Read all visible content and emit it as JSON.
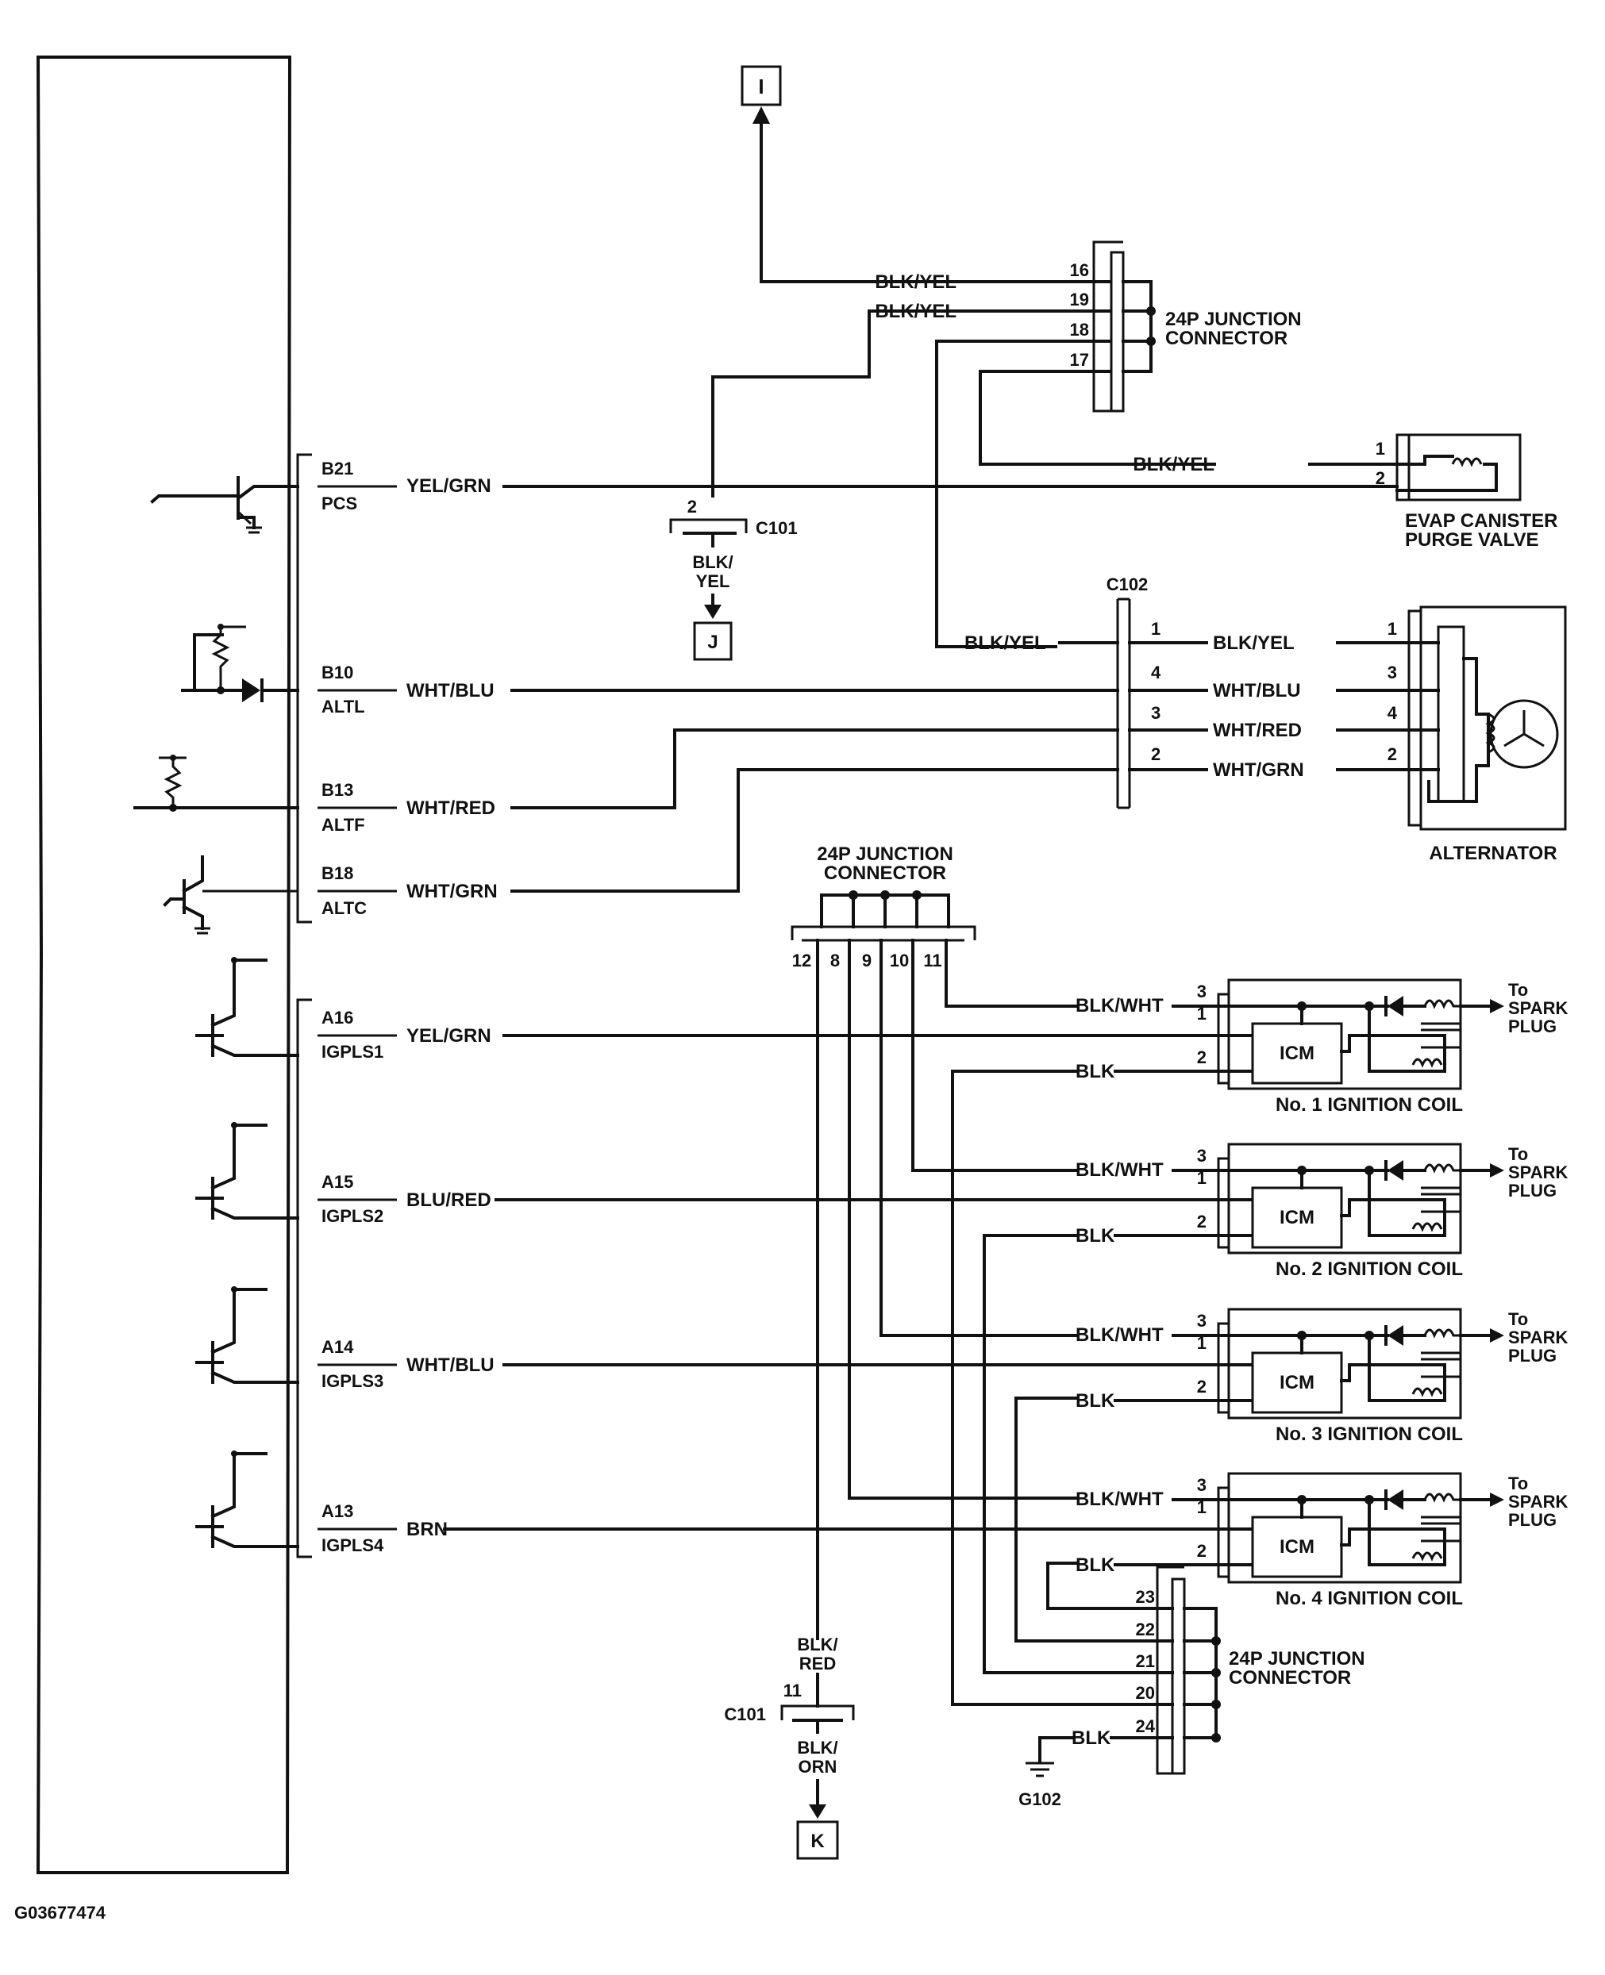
{
  "title": "",
  "figure_id": "G03677474",
  "ecm_pins": [
    {
      "pin": "B21",
      "signal": "PCS",
      "wire": "YEL/GRN"
    },
    {
      "pin": "B10",
      "signal": "ALTL",
      "wire": "WHT/BLU"
    },
    {
      "pin": "B13",
      "signal": "ALTF",
      "wire": "WHT/RED"
    },
    {
      "pin": "B18",
      "signal": "ALTC",
      "wire": "WHT/GRN"
    },
    {
      "pin": "A16",
      "signal": "IGPLS1",
      "wire": "YEL/GRN"
    },
    {
      "pin": "A15",
      "signal": "IGPLS2",
      "wire": "BLU/RED"
    },
    {
      "pin": "A14",
      "signal": "IGPLS3",
      "wire": "WHT/BLU"
    },
    {
      "pin": "A13",
      "signal": "IGPLS4",
      "wire": "BRN"
    }
  ],
  "connectors": {
    "jc_top": {
      "name": "24P JUNCTION\nCONNECTOR",
      "l1": "24P JUNCTION",
      "l2": "CONNECTOR",
      "pins": [
        "16",
        "19",
        "18",
        "17"
      ],
      "wires": [
        "BLK/YEL",
        "BLK/YEL"
      ]
    },
    "jc_mid": {
      "l1": "24P JUNCTION",
      "l2": "CONNECTOR",
      "pins": [
        "12",
        "8",
        "9",
        "10",
        "11"
      ]
    },
    "jc_bot": {
      "l1": "24P JUNCTION",
      "l2": "CONNECTOR",
      "pins": [
        "23",
        "22",
        "21",
        "20",
        "24"
      ]
    },
    "c101_top": {
      "name": "C101",
      "pin": "2",
      "wire_l1": "BLK/",
      "wire_l2": "YEL"
    },
    "c101_bot": {
      "name": "C101",
      "pin": "11",
      "wire_top_l1": "BLK/",
      "wire_top_l2": "RED",
      "wire_bot_l1": "BLK/",
      "wire_bot_l2": "ORN"
    },
    "c102": {
      "name": "C102",
      "pins": [
        "1",
        "4",
        "3",
        "2"
      ],
      "left_wire": "BLK/YEL",
      "right_wires": [
        "BLK/YEL",
        "WHT/BLU",
        "WHT/RED",
        "WHT/GRN"
      ]
    }
  },
  "refs": {
    "I": "I",
    "J": "J",
    "K": "K"
  },
  "evap": {
    "wire": "BLK/YEL",
    "pins": [
      "1",
      "2"
    ],
    "l1": "EVAP CANISTER",
    "l2": "PURGE VALVE"
  },
  "alternator": {
    "label": "ALTERNATOR",
    "pins": [
      "1",
      "3",
      "4",
      "2"
    ]
  },
  "coils": [
    {
      "label": "No. 1 IGNITION COIL",
      "icm": "ICM",
      "pins": [
        "3",
        "1",
        "2"
      ],
      "wire_top": "BLK/WHT",
      "wire_bot": "BLK",
      "to_l1": "To",
      "to_l2": "SPARK",
      "to_l3": "PLUG"
    },
    {
      "label": "No. 2 IGNITION COIL",
      "icm": "ICM",
      "pins": [
        "3",
        "1",
        "2"
      ],
      "wire_top": "BLK/WHT",
      "wire_bot": "BLK",
      "to_l1": "To",
      "to_l2": "SPARK",
      "to_l3": "PLUG"
    },
    {
      "label": "No. 3 IGNITION COIL",
      "icm": "ICM",
      "pins": [
        "3",
        "1",
        "2"
      ],
      "wire_top": "BLK/WHT",
      "wire_bot": "BLK",
      "to_l1": "To",
      "to_l2": "SPARK",
      "to_l3": "PLUG"
    },
    {
      "label": "No. 4 IGNITION COIL",
      "icm": "ICM",
      "pins": [
        "3",
        "1",
        "2"
      ],
      "wire_top": "BLK/WHT",
      "wire_bot": "BLK",
      "to_l1": "To",
      "to_l2": "SPARK",
      "to_l3": "PLUG"
    }
  ],
  "ground": {
    "name": "G102",
    "wire": "BLK"
  }
}
